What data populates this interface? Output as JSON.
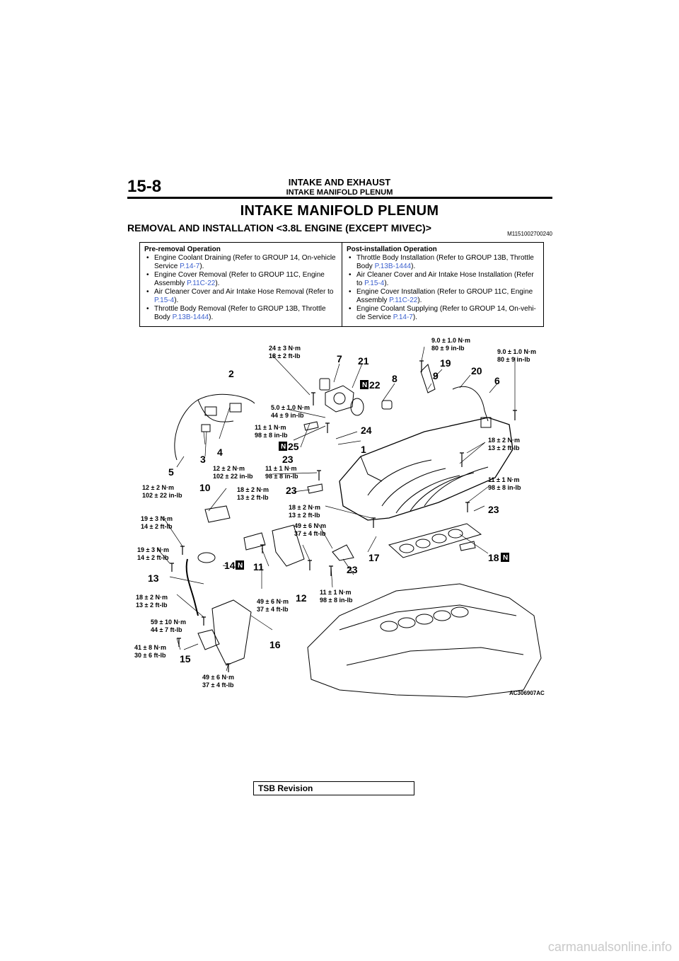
{
  "header": {
    "page_number": "15-8",
    "section": "INTAKE AND EXHAUST",
    "subsection": "INTAKE MANIFOLD PLENUM"
  },
  "page_title": "INTAKE MANIFOLD PLENUM",
  "subtitle": "REMOVAL AND INSTALLATION <3.8L ENGINE (EXCEPT MIVEC)>",
  "doc_id": "M1151002700240",
  "pre_removal": {
    "heading": "Pre-removal Operation",
    "items": [
      {
        "text": "Engine Coolant Draining (Refer to GROUP 14, On-vehicle Service ",
        "link": "P.14-7",
        "after": ")."
      },
      {
        "text": "Engine Cover Removal (Refer to GROUP 11C, Engine Assembly ",
        "link": "P.11C-22",
        "after": ")."
      },
      {
        "text": "Air Cleaner Cover and Air Intake Hose Removal (Refer to ",
        "link": "P.15-4",
        "after": ")."
      },
      {
        "text": "Throttle Body Removal (Refer to GROUP 13B, Throttle Body ",
        "link": "P.13B-1444",
        "after": ")."
      }
    ]
  },
  "post_installation": {
    "heading": "Post-installation Operation",
    "items": [
      {
        "text": "Throttle Body Installation (Refer to GROUP 13B, Throttle Body ",
        "link": "P.13B-1444",
        "after": ")."
      },
      {
        "text": "Air Cleaner Cover and Air Intake Hose Installation (Refer to ",
        "link": "P.15-4",
        "after": ")."
      },
      {
        "text": "Engine Cover Installation (Refer to GROUP 11C, Engine Assembly ",
        "link": "P.11C-22",
        "after": ")."
      },
      {
        "text": "Engine Coolant Supplying (Refer to GROUP 14, On-vehi-cle Service ",
        "link": "P.14-7",
        "after": ")."
      }
    ]
  },
  "diagram": {
    "figure_id": "AC306907AC",
    "callouts": [
      {
        "id": "c1",
        "text": "1"
      },
      {
        "id": "c2",
        "text": "2"
      },
      {
        "id": "c3",
        "text": "3"
      },
      {
        "id": "c4",
        "text": "4"
      },
      {
        "id": "c5",
        "text": "5"
      },
      {
        "id": "c6",
        "text": "6"
      },
      {
        "id": "c7",
        "text": "7"
      },
      {
        "id": "c8",
        "text": "8"
      },
      {
        "id": "c9",
        "text": "9"
      },
      {
        "id": "c10",
        "text": "10"
      },
      {
        "id": "c11",
        "text": "11"
      },
      {
        "id": "c12",
        "text": "12"
      },
      {
        "id": "c13",
        "text": "13"
      },
      {
        "id": "c14",
        "text": "14"
      },
      {
        "id": "c15",
        "text": "15"
      },
      {
        "id": "c16",
        "text": "16"
      },
      {
        "id": "c17",
        "text": "17"
      },
      {
        "id": "c18",
        "text": "18"
      },
      {
        "id": "c19",
        "text": "19"
      },
      {
        "id": "c20",
        "text": "20"
      },
      {
        "id": "c21",
        "text": "21"
      },
      {
        "id": "c22",
        "text": "22"
      },
      {
        "id": "c23a",
        "text": "23"
      },
      {
        "id": "c23b",
        "text": "23"
      },
      {
        "id": "c23c",
        "text": "23"
      },
      {
        "id": "c23d",
        "text": "23"
      },
      {
        "id": "c24",
        "text": "24"
      },
      {
        "id": "c25",
        "text": "25"
      }
    ],
    "new_part_mark": "N",
    "torques": [
      {
        "id": "t1",
        "nm": "24 ± 3 N·m",
        "imp": "18 ± 2 ft-lb"
      },
      {
        "id": "t2",
        "nm": "9.0 ± 1.0 N·m",
        "imp": "80 ± 9 in-lb"
      },
      {
        "id": "t3",
        "nm": "9.0 ± 1.0 N·m",
        "imp": "80 ± 9 in-lb"
      },
      {
        "id": "t4",
        "nm": "5.0 ± 1.0 N·m",
        "imp": "44 ± 9 in-lb"
      },
      {
        "id": "t5",
        "nm": "11 ± 1 N·m",
        "imp": "98 ± 8 in-lb"
      },
      {
        "id": "t6",
        "nm": "18 ± 2 N·m",
        "imp": "13 ± 2 ft-lb"
      },
      {
        "id": "t7",
        "nm": "12 ± 2 N·m",
        "imp": "102 ± 22 in-lb"
      },
      {
        "id": "t8",
        "nm": "11 ± 1 N·m",
        "imp": "98 ± 8 in-lb"
      },
      {
        "id": "t9",
        "nm": "12 ± 2 N·m",
        "imp": "102 ± 22 in-lb"
      },
      {
        "id": "t10",
        "nm": "18 ± 2 N·m",
        "imp": "13 ± 2 ft-lb"
      },
      {
        "id": "t11",
        "nm": "11 ± 1 N·m",
        "imp": "98 ± 8 in-lb"
      },
      {
        "id": "t12",
        "nm": "18 ± 2 N·m",
        "imp": "13 ± 2 ft-lb"
      },
      {
        "id": "t13",
        "nm": "19 ± 3 N·m",
        "imp": "14 ± 2 ft-lb"
      },
      {
        "id": "t14",
        "nm": "49 ± 6 N·m",
        "imp": "37 ± 4 ft-lb"
      },
      {
        "id": "t15",
        "nm": "19 ± 3 N·m",
        "imp": "14 ± 2 ft-lb"
      },
      {
        "id": "t16",
        "nm": "11 ± 1 N·m",
        "imp": "98 ± 8 in-lb"
      },
      {
        "id": "t17",
        "nm": "18 ± 2 N·m",
        "imp": "13 ± 2 ft-lb"
      },
      {
        "id": "t18",
        "nm": "49 ± 6 N·m",
        "imp": "37 ± 4 ft-lb"
      },
      {
        "id": "t19",
        "nm": "59 ± 10 N·m",
        "imp": "44 ± 7 ft-lb"
      },
      {
        "id": "t20",
        "nm": "41 ± 8 N·m",
        "imp": "30 ± 6 ft-lb"
      },
      {
        "id": "t21",
        "nm": "49 ± 6 N·m",
        "imp": "37 ± 4 ft-lb"
      }
    ]
  },
  "footer": {
    "tsb_label": "TSB Revision",
    "watermark": "carmanualsonline.info"
  }
}
